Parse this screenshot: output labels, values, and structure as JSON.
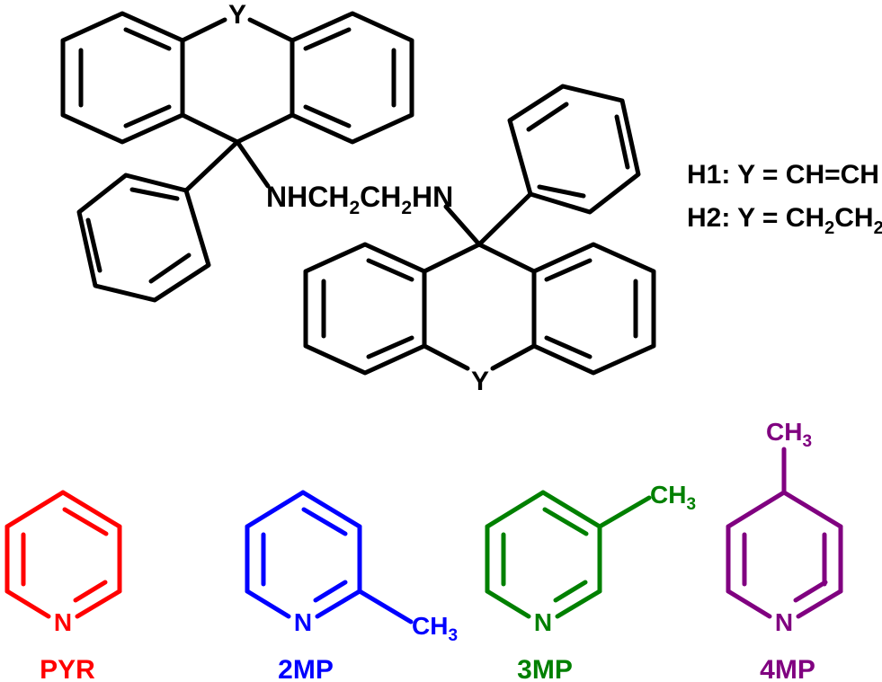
{
  "colors": {
    "host": "#000000",
    "pyr": "#ff0000",
    "2mp": "#0000ff",
    "3mp": "#008000",
    "4mp": "#800080"
  },
  "host": {
    "y_atom": "Y",
    "linker_nh1": "NHCH",
    "linker_sub1": "2",
    "linker_ch": "CH",
    "linker_sub2": "2",
    "linker_hn": "HN",
    "legend": {
      "h1_prefix": "H1: Y = CH=CH",
      "h2_prefix": "H2: Y = CH",
      "h2_sub1": "2",
      "h2_mid": "CH",
      "h2_sub2": "2"
    }
  },
  "guests": [
    {
      "id": "pyr",
      "label": "PYR",
      "n_atom": "N"
    },
    {
      "id": "2mp",
      "label": "2MP",
      "n_atom": "N",
      "methyl": "CH",
      "methyl_sub": "3"
    },
    {
      "id": "3mp",
      "label": "3MP",
      "n_atom": "N",
      "methyl": "CH",
      "methyl_sub": "3"
    },
    {
      "id": "4mp",
      "label": "4MP",
      "n_atom": "N",
      "methyl": "CH",
      "methyl_sub": "3"
    }
  ]
}
